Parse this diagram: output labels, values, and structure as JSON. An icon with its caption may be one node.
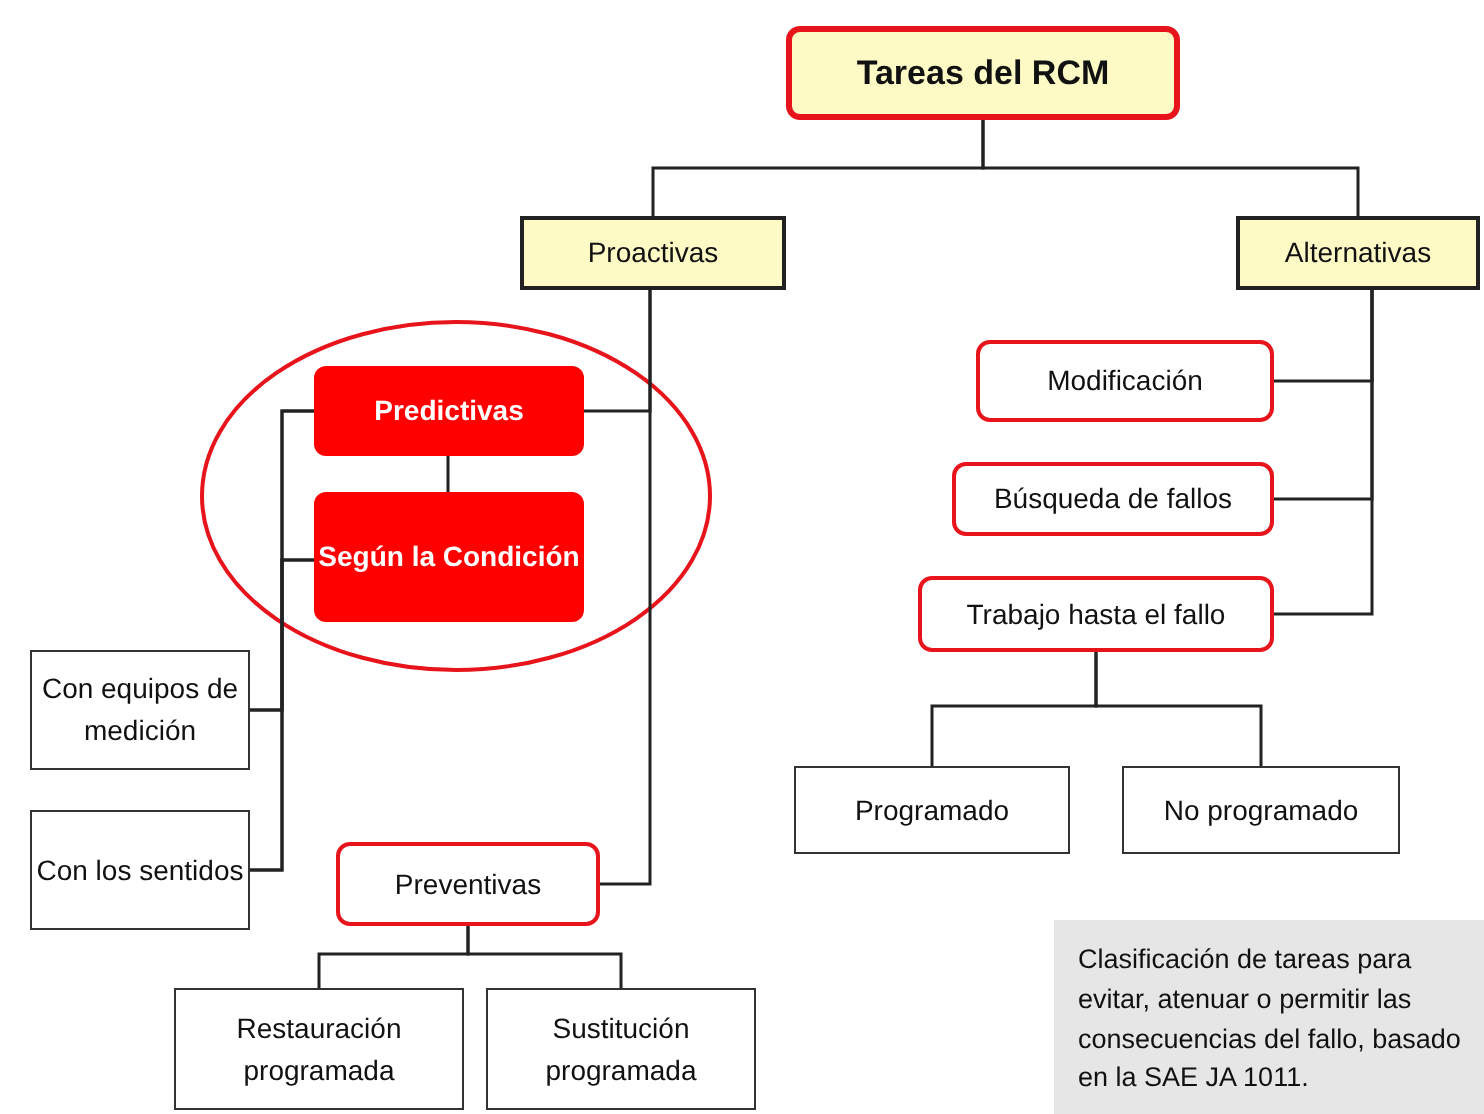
{
  "diagram": {
    "nodes": [
      {
        "text": [
          "Tareas del RCM"
        ]
      },
      {
        "text": [
          "Proactivas"
        ]
      },
      {
        "text": [
          "Alternativas"
        ]
      },
      {
        "text": [
          "Predictivas"
        ]
      },
      {
        "text": [
          "Según la Condición"
        ]
      },
      {
        "text": [
          "Con equipos de medición"
        ]
      },
      {
        "text": [
          "Con los sentidos"
        ]
      },
      {
        "text": [
          "Preventivas"
        ]
      },
      {
        "text": [
          "Restauración programada"
        ]
      },
      {
        "text": [
          "Sustitución programada"
        ]
      },
      {
        "text": [
          "Modificación"
        ]
      },
      {
        "text": [
          "Búsqueda de fallos"
        ]
      },
      {
        "text": [
          "Trabajo hasta el fallo"
        ]
      },
      {
        "text": [
          "Programado"
        ]
      },
      {
        "text": [
          "No programado"
        ]
      },
      {
        "text": [
          "Clasificación de tareas para evitar, atenuar o permitir las consecuencias del fallo, basado en la SAE JA 1011."
        ]
      }
    ],
    "edges": [
      {
        "from": 0,
        "to": 1,
        "arrow": "none"
      },
      {
        "from": 0,
        "to": 2,
        "arrow": "none"
      },
      {
        "from": 1,
        "to": 3,
        "arrow": "none"
      },
      {
        "from": 1,
        "to": 7,
        "arrow": "none"
      },
      {
        "from": 3,
        "to": 4,
        "arrow": "none"
      },
      {
        "from": 3,
        "to": 5,
        "arrow": "none"
      },
      {
        "from": 3,
        "to": 6,
        "arrow": "none"
      },
      {
        "from": 4,
        "to": 5,
        "arrow": "none"
      },
      {
        "from": 4,
        "to": 6,
        "arrow": "none"
      },
      {
        "from": 7,
        "to": 8,
        "arrow": "none"
      },
      {
        "from": 7,
        "to": 9,
        "arrow": "none"
      },
      {
        "from": 2,
        "to": 10,
        "arrow": "none"
      },
      {
        "from": 2,
        "to": 11,
        "arrow": "none"
      },
      {
        "from": 2,
        "to": 12,
        "arrow": "none"
      },
      {
        "from": 12,
        "to": 13,
        "arrow": "none"
      },
      {
        "from": 12,
        "to": 14,
        "arrow": "none"
      }
    ]
  }
}
